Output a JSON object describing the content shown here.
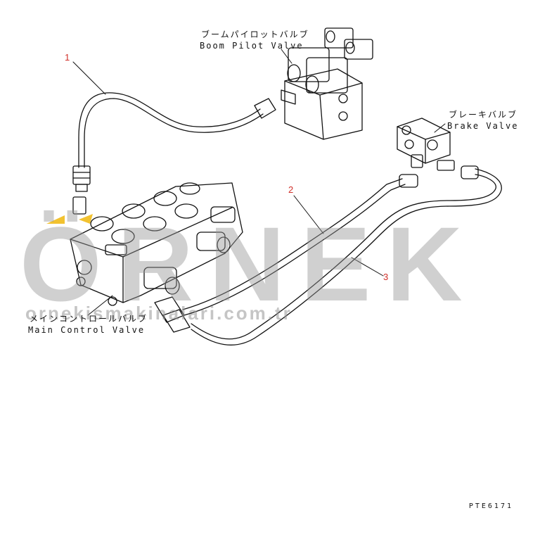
{
  "labels": {
    "boom_pilot_jp": "ブームパイロットバルブ",
    "boom_pilot_en": "Boom Pilot Valve",
    "brake_jp": "ブレーキバルブ",
    "brake_en": "Brake Valve",
    "main_jp": "メインコントロールバルブ",
    "main_en": "Main Control Valve"
  },
  "callouts": [
    "1",
    "2",
    "3"
  ],
  "watermark": {
    "brand": "ÖRNEK",
    "url": "ornekismakinalari.com.tr"
  },
  "drawing_code": "PTE6171",
  "colors": {
    "callout": "#d1302a",
    "watermark": "#969696",
    "accent_yellow": "#f2c230"
  }
}
